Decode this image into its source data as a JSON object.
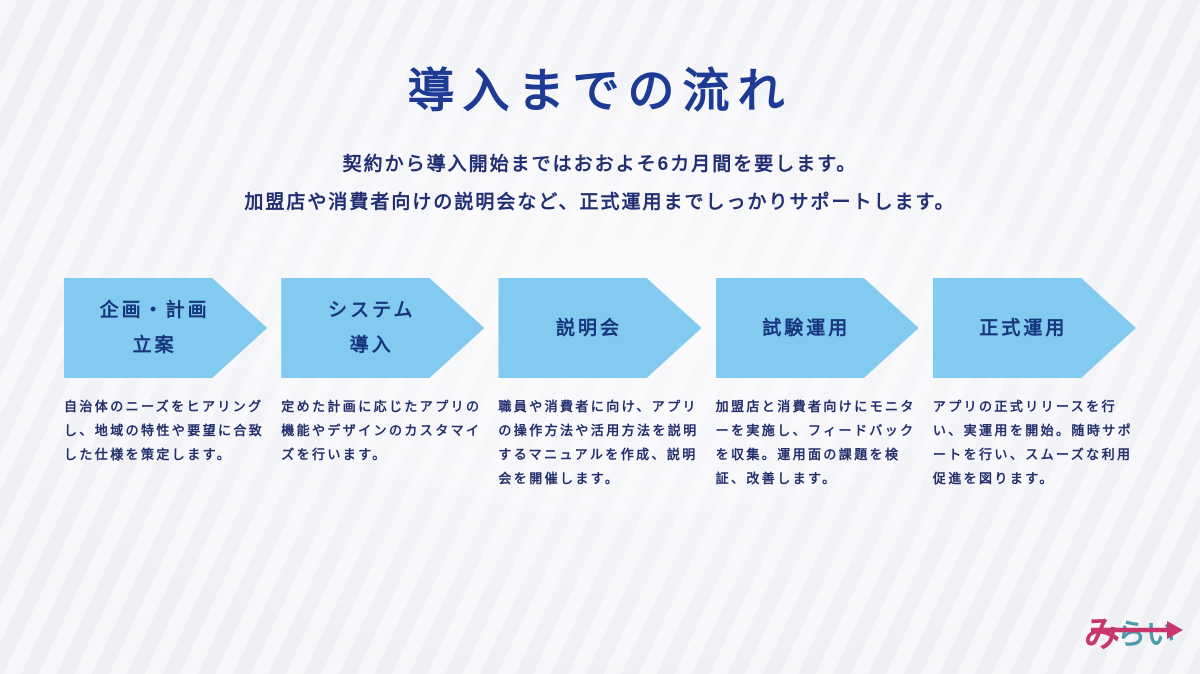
{
  "page": {
    "title": "導入までの流れ",
    "subtitle_line1": "契約から導入開始まではおおよそ6カ月間を要します。",
    "subtitle_line2": "加盟店や消費者向けの説明会など、正式運用までしっかりサポートします。"
  },
  "steps": [
    {
      "label": "企画・計画\n立案",
      "description": "自治体のニーズをヒアリング\nし、地域の特性や要望に合致\nした仕様を策定します。"
    },
    {
      "label": "システム\n導入",
      "description": "定めた計画に応じたアプリの\n機能やデザインのカスタマイ\nズを行います。"
    },
    {
      "label": "説明会",
      "description": "職員や消費者に向け、アプリ\nの操作方法や活用方法を説明\nするマニュアルを作成、説明\n会を開催します。"
    },
    {
      "label": "試験運用",
      "description": "加盟店と消費者向けにモニタ\nーを実施し、フィードバック\nを収集。運用面の課題を検\n証、改善します。"
    },
    {
      "label": "正式運用",
      "description": "アプリの正式リリースを行\nい、実運用を開始。随時サポ\nートを行い、スムーズな利用\n促進を図ります。"
    }
  ],
  "logo": {
    "text_mi": "み",
    "text_rai": "らい"
  },
  "colors": {
    "arrow_fill": "#82caef",
    "title_text": "#1d3a94",
    "body_text": "#232f6d",
    "arrow_label_text": "#17367e",
    "logo_pink": "#c9356e",
    "logo_teal": "#4b9aa8",
    "background": "#f4f4f6"
  }
}
